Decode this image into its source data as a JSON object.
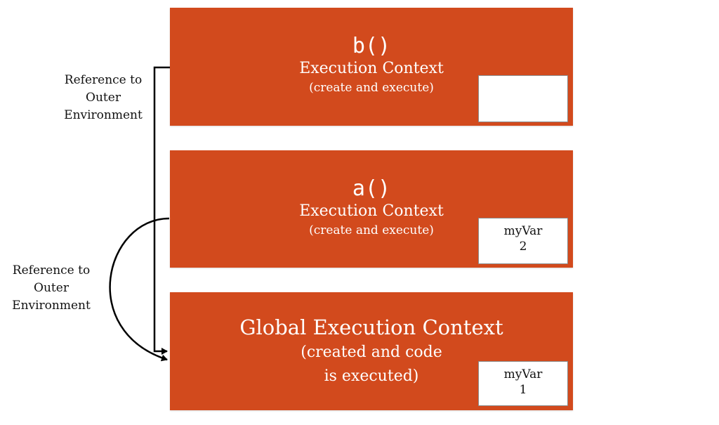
{
  "colors": {
    "context_fill": "#D24A1D",
    "background": "#FFFFFF",
    "arrow": "#000000"
  },
  "contexts": [
    {
      "id": "b",
      "function_name": "b()",
      "title": "Execution Context",
      "subtitle": "(create and execute)",
      "variables": []
    },
    {
      "id": "a",
      "function_name": "a()",
      "title": "Execution Context",
      "subtitle": "(create and execute)",
      "variables": [
        {
          "name": "myVar",
          "value": "2"
        }
      ]
    },
    {
      "id": "global",
      "title": "Global Execution Context",
      "subtitle_line1": "(created and code",
      "subtitle_line2": "is executed)",
      "variables": [
        {
          "name": "myVar",
          "value": "1"
        }
      ]
    }
  ],
  "labels": {
    "b_outer_ref": {
      "line1": "Reference to",
      "line2": "Outer",
      "line3": "Environment"
    },
    "a_outer_ref": {
      "line1": "Reference to",
      "line2": "Outer",
      "line3": "Environment"
    }
  },
  "arrows": [
    {
      "from": "b",
      "to": "global",
      "style": "elbow"
    },
    {
      "from": "a",
      "to": "global",
      "style": "curve"
    }
  ]
}
